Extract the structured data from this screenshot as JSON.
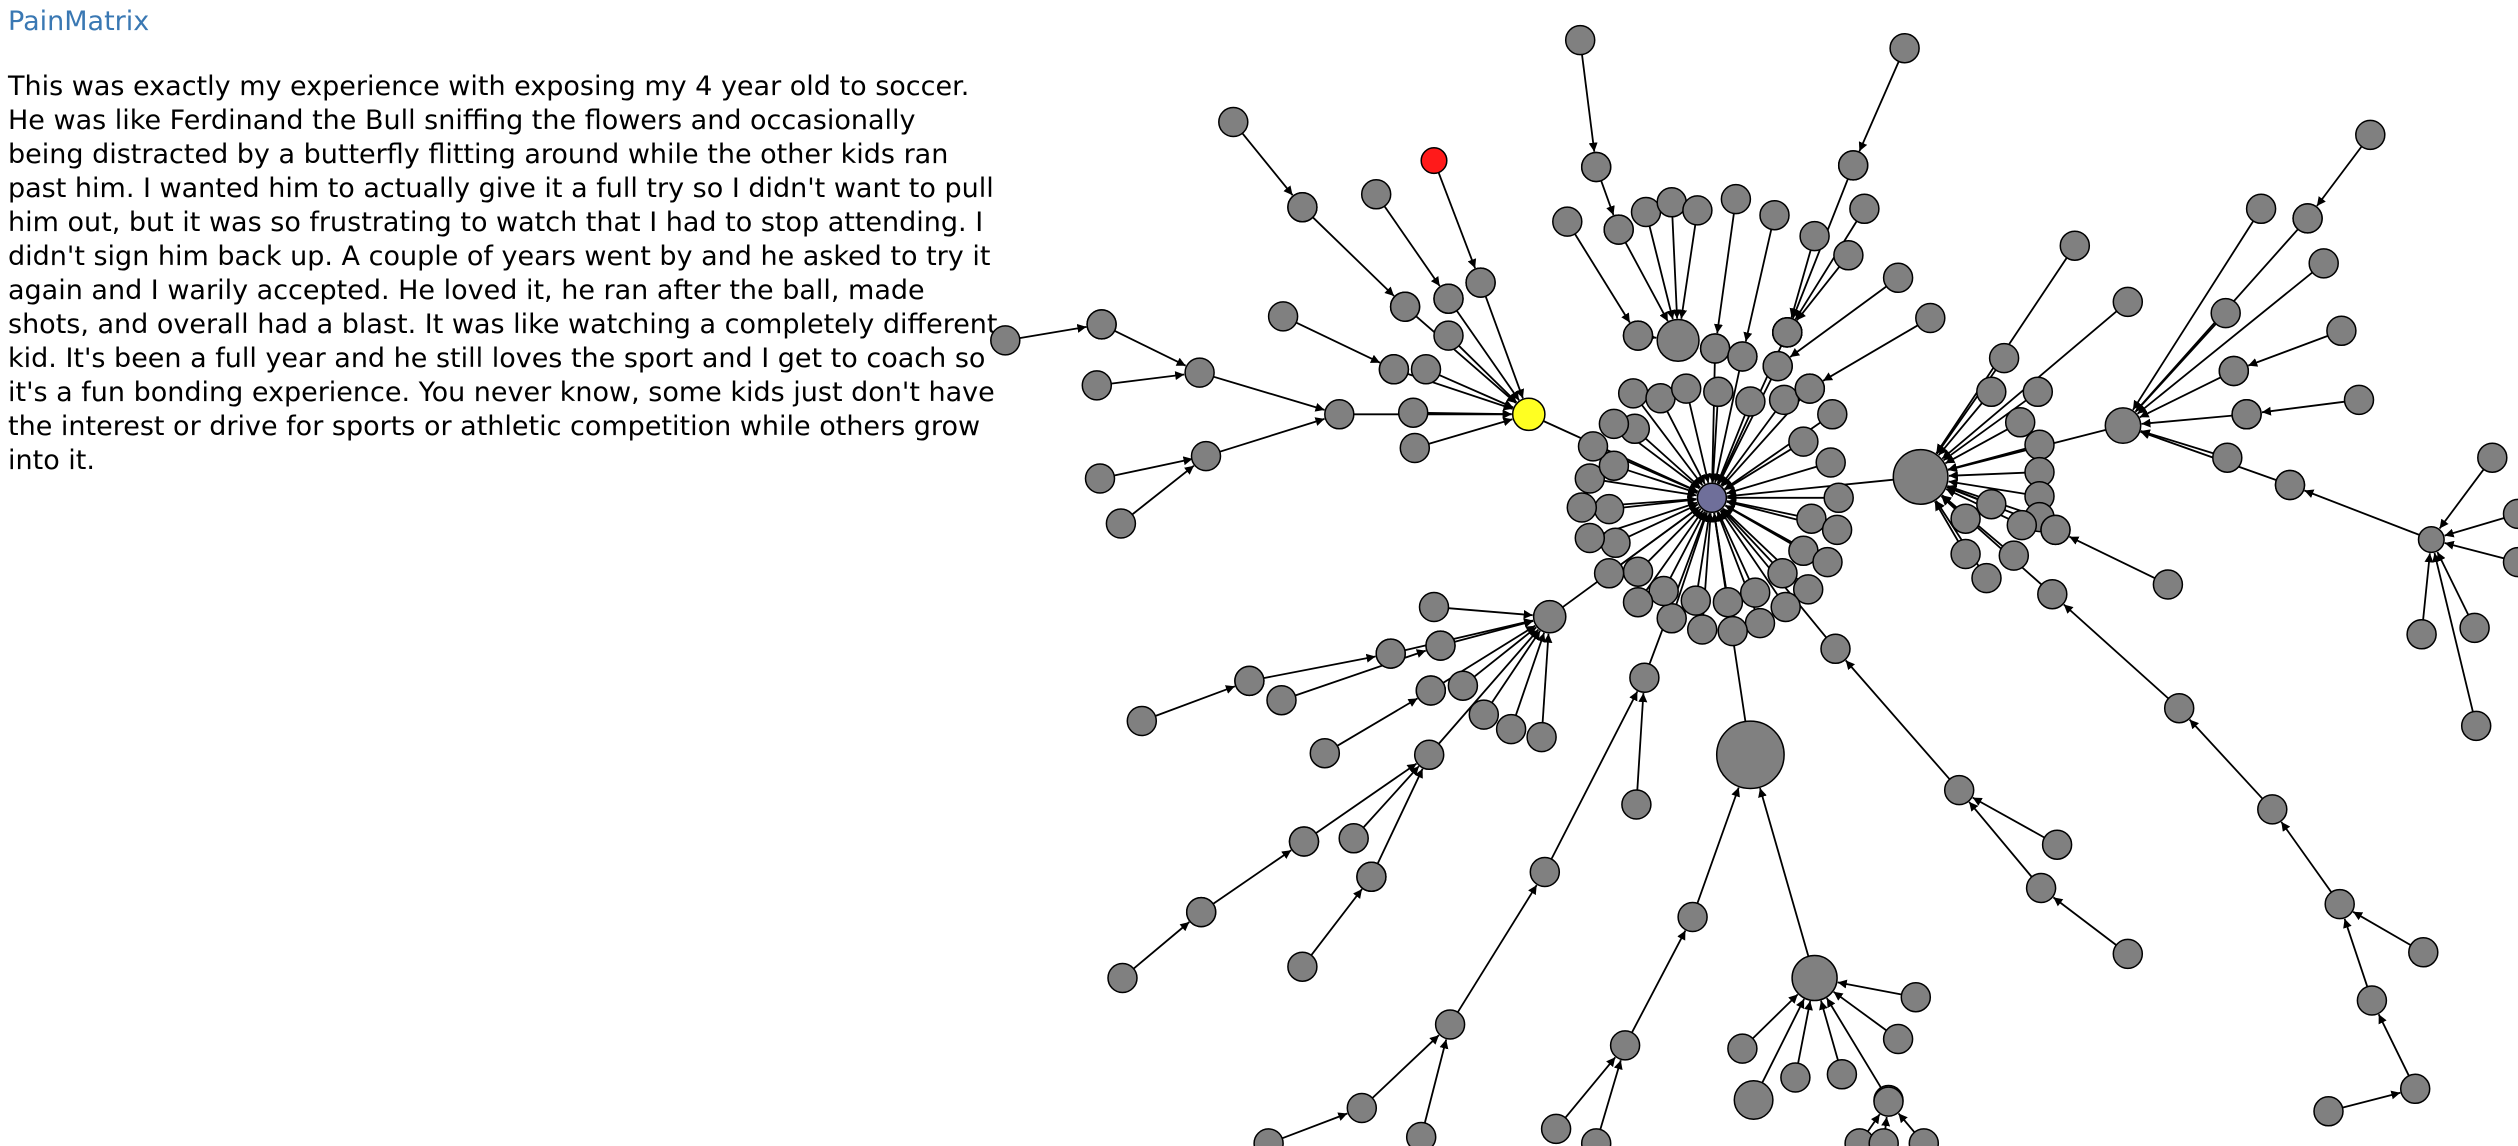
{
  "header": {
    "site_name": "PainMatrix"
  },
  "comment": {
    "text": "This was exactly my experience with exposing my 4 year old to soccer. He was like Ferdinand the Bull sniffing the flowers and occasionally being distracted by a butterfly flitting around while the other kids ran past him. I wanted him to actually give it a full try so I didn't want to pull him out, but it was so frustrating to watch that I had to stop attending. I didn't sign him back up. A couple of years went by and he asked to try it again and I warily accepted. He loved it, he ran after the ball, made shots, and overall had a blast. It was like watching a completely different kid. It's been a full year and he still loves the sport and I get to coach so it's a fun bonding experience. You never know, some kids just don't have the interest or drive for sports or athletic competition while others grow into it."
  },
  "graph": {
    "colors": {
      "default": "#808080",
      "root": "#6f6f9a",
      "selected": "#ffff22",
      "flagged": "#ff1a1a",
      "edge": "#000000"
    },
    "node_roles": [
      "root",
      "selected",
      "flagged",
      "default"
    ]
  }
}
